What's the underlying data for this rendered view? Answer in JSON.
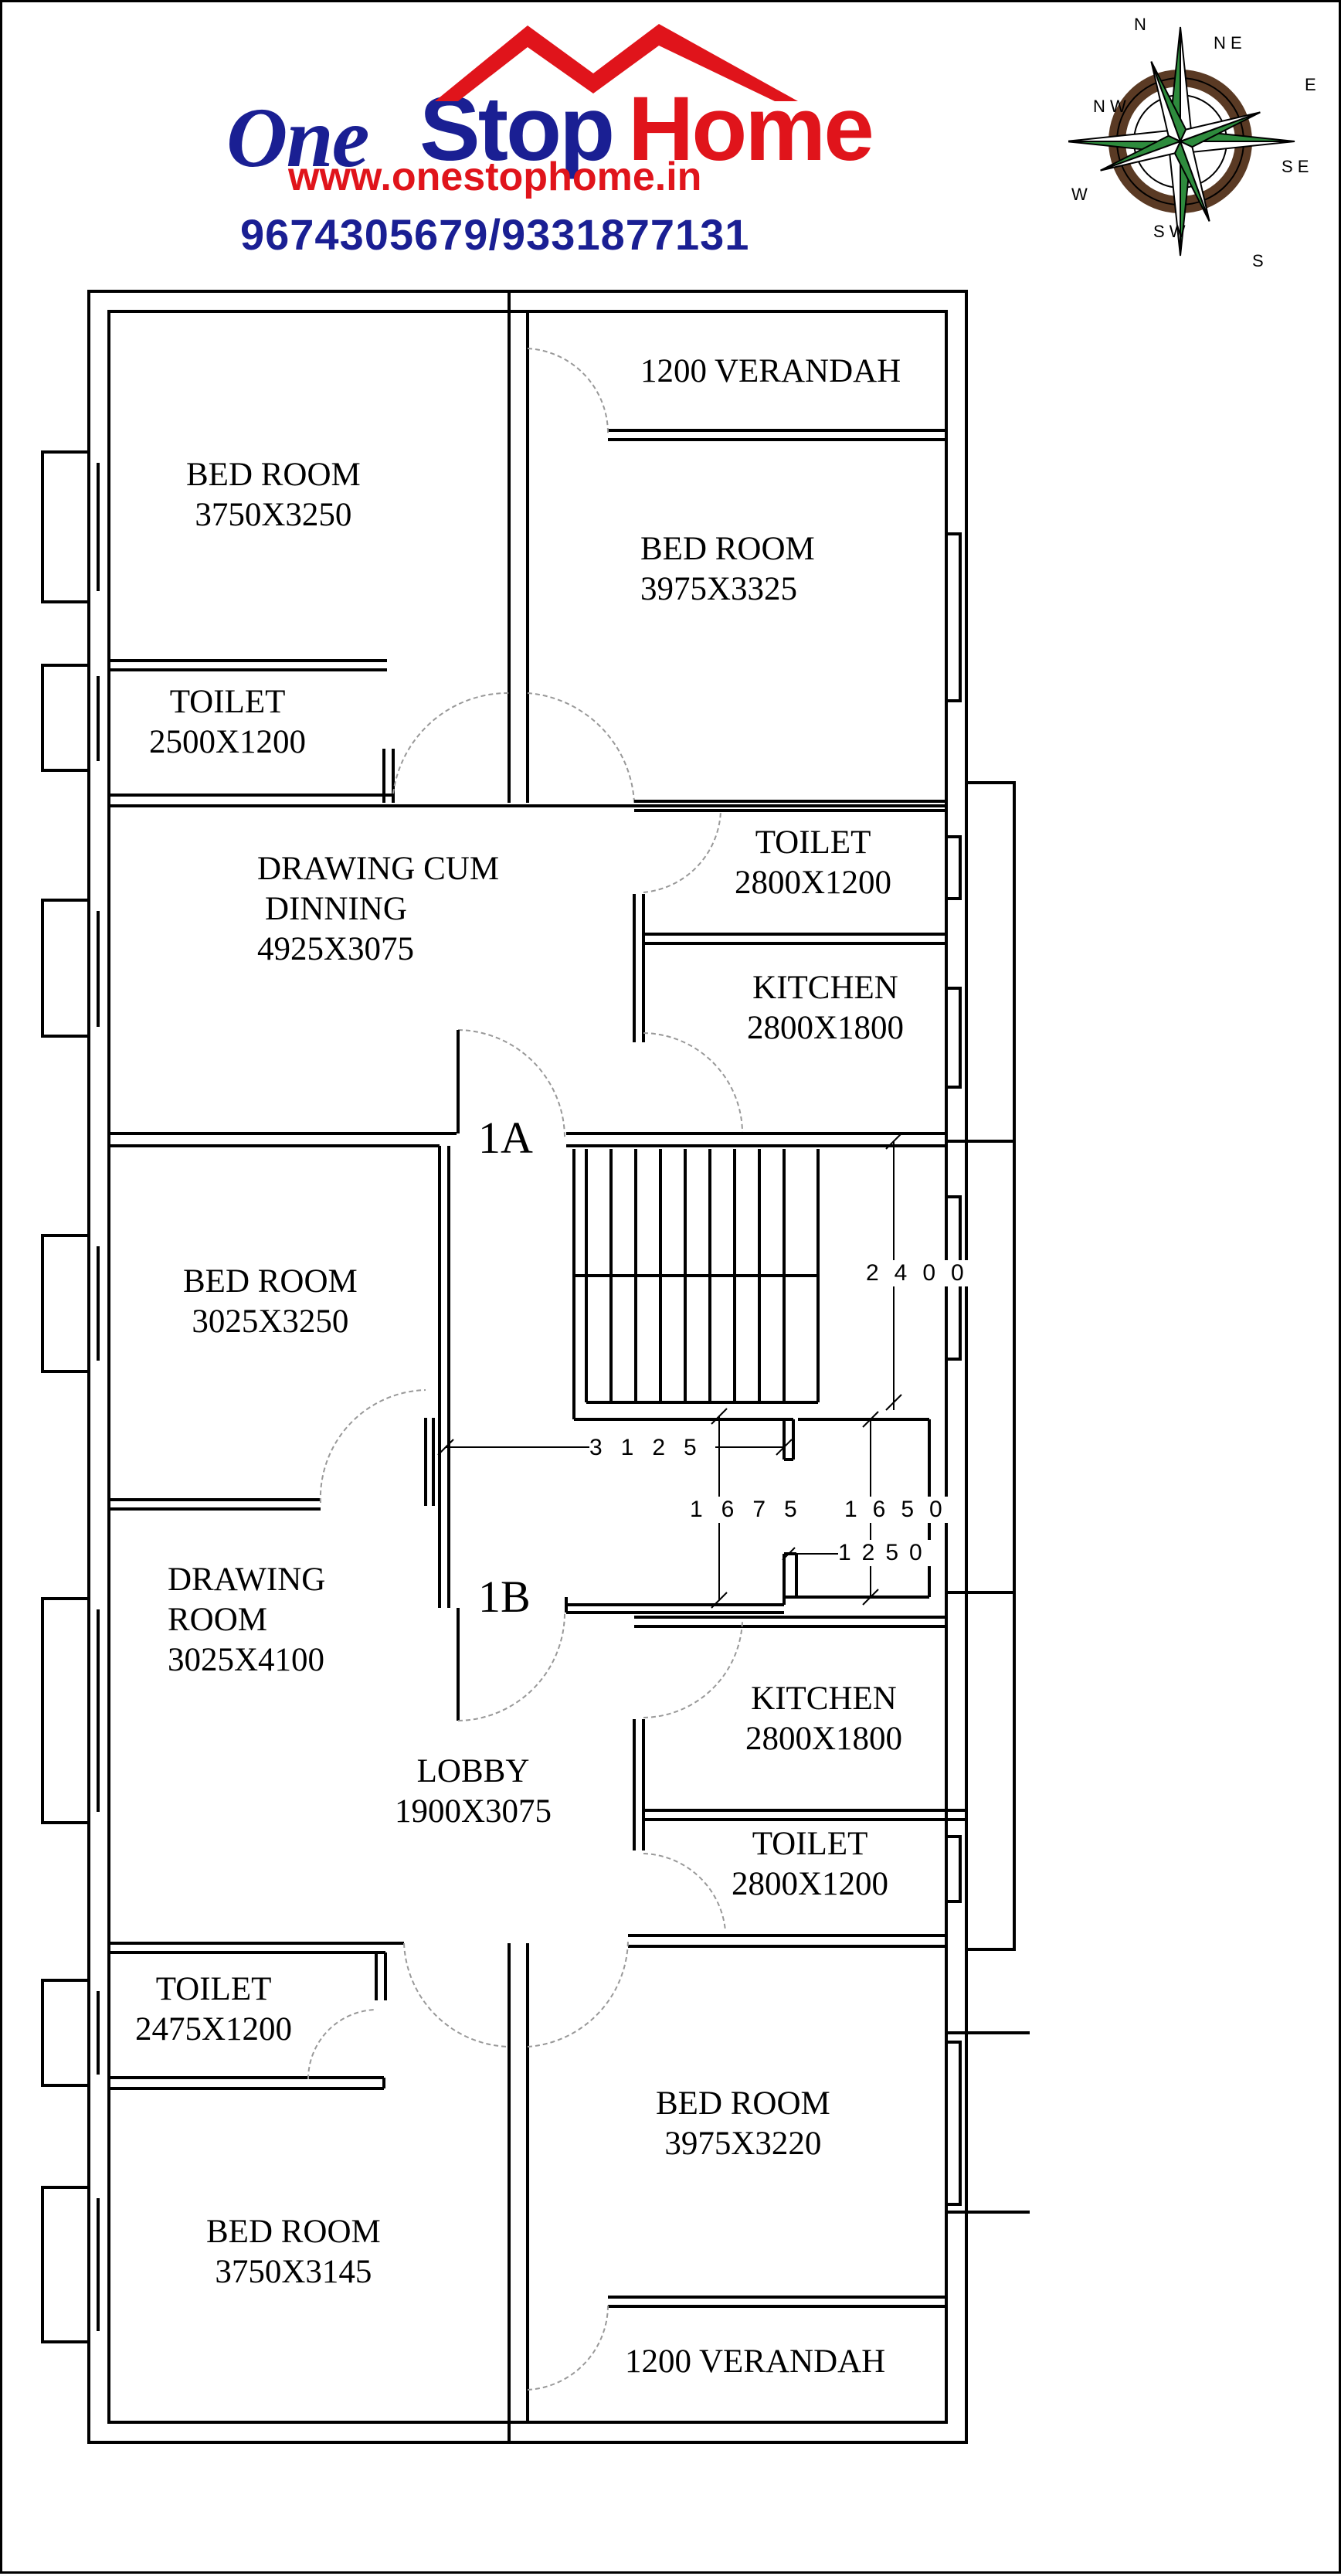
{
  "brand": {
    "name_part1": "One",
    "name_part2": "Stop",
    "name_part3": "Home",
    "url": "www.onestophome.in",
    "phones": "9674305679/9331877131",
    "colors": {
      "blue": "#1a1f93",
      "red": "#e0141b"
    }
  },
  "compass": {
    "icon": "compass-rose-icon",
    "letters": {
      "n": "N",
      "ne": "N E",
      "e": "E",
      "se": "S E",
      "s": "S",
      "sw": "S W",
      "w": "W",
      "nw": "N W"
    }
  },
  "flats": {
    "a": "1A",
    "b": "1B"
  },
  "rooms": {
    "bed_tl": {
      "name": "BED ROOM",
      "size": "3750X3250"
    },
    "verandah_top": {
      "name": "1200 VERANDAH"
    },
    "bed_tr": {
      "name": "BED ROOM",
      "size": "3975X3325"
    },
    "toilet_tl": {
      "name": "TOILET",
      "size": "2500X1200"
    },
    "toilet_tr": {
      "name": "TOILET",
      "size": "2800X1200"
    },
    "drawing_dinning": {
      "name1": "DRAWING CUM",
      "name2": "DINNING",
      "size": "4925X3075"
    },
    "kitchen_top": {
      "name": "KITCHEN",
      "size": "2800X1800"
    },
    "bed_ml": {
      "name": "BED ROOM",
      "size": "3025X3250"
    },
    "drawing_room": {
      "name1": "DRAWING",
      "name2": "ROOM",
      "size": "3025X4100"
    },
    "kitchen_bottom": {
      "name": "KITCHEN",
      "size": "2800X1800"
    },
    "lobby": {
      "name": "LOBBY",
      "size": "1900X3075"
    },
    "toilet_br": {
      "name": "TOILET",
      "size": "2800X1200"
    },
    "toilet_bl": {
      "name": "TOILET",
      "size": "2475X1200"
    },
    "bed_br": {
      "name": "BED ROOM",
      "size": "3975X3220"
    },
    "bed_bl": {
      "name": "BED ROOM",
      "size": "3750X3145"
    },
    "verandah_bottom": {
      "name": "1200 VERANDAH"
    }
  },
  "dimensions": {
    "stair_height": "2400",
    "landing_width": "3125",
    "landing_a": "1675",
    "landing_b": "1650",
    "landing_c": "1250"
  }
}
